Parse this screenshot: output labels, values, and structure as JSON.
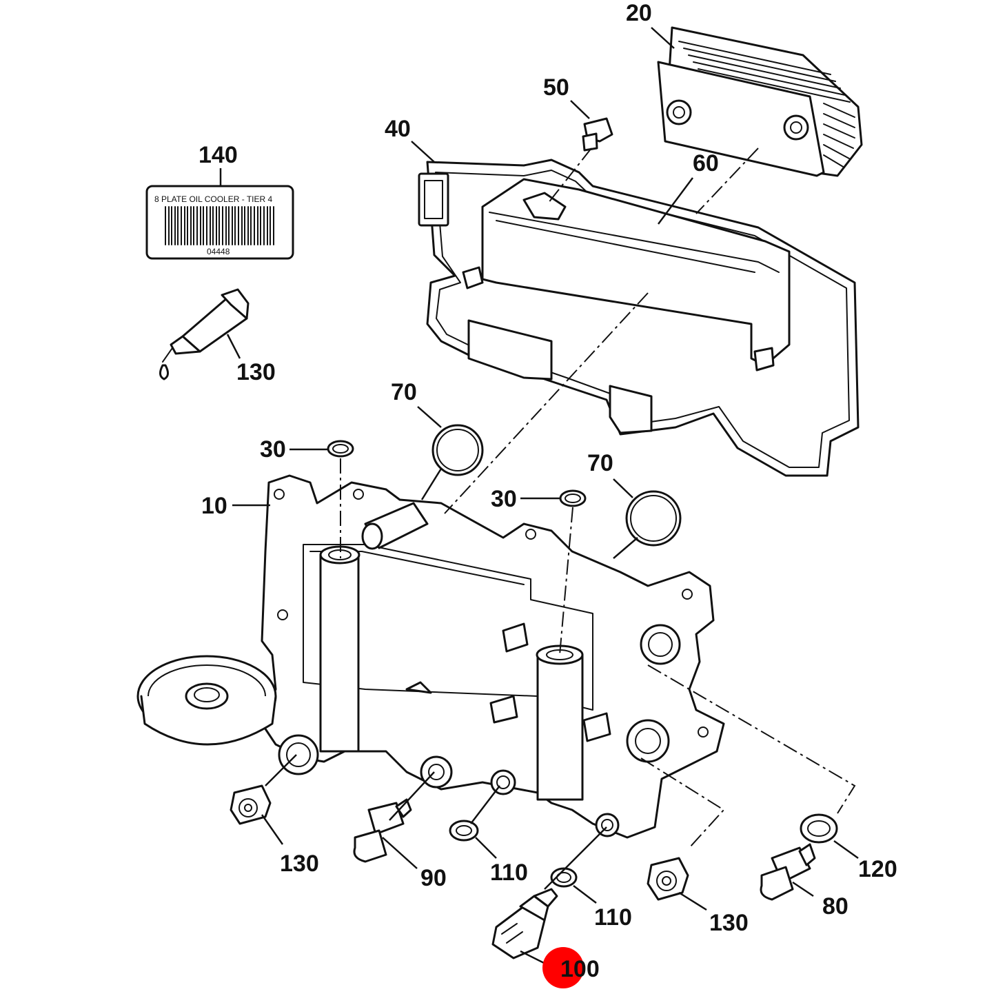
{
  "highlight_color": "#ff0000",
  "callouts": {
    "c10": "10",
    "c20": "20",
    "c30a": "30",
    "c30b": "30",
    "c40": "40",
    "c50": "50",
    "c60": "60",
    "c70a": "70",
    "c70b": "70",
    "c80": "80",
    "c90": "90",
    "c100": "100",
    "c110a": "110",
    "c110b": "110",
    "c120": "120",
    "c130a": "130",
    "c130b": "130",
    "c130c": "130",
    "c140": "140"
  },
  "label_part": {
    "title": "8 PLATE OIL COOLER - TIER 4",
    "code": "04448"
  }
}
